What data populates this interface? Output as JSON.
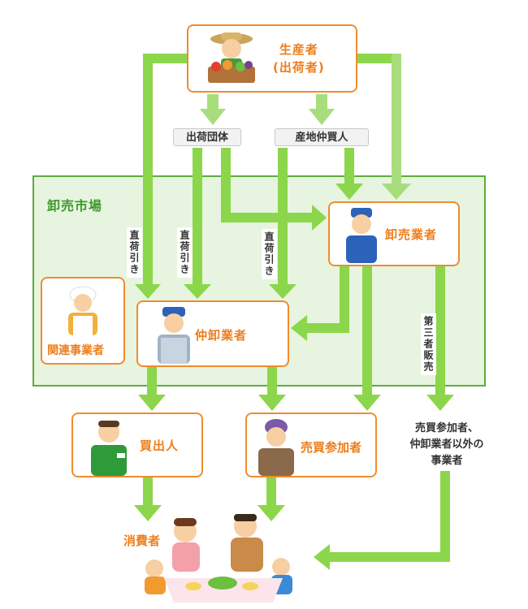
{
  "nodes": {
    "producer": "生産者\n(出荷者)",
    "shipping_group": "出荷団体",
    "local_broker": "産地仲買人",
    "market": "卸売市場",
    "wholesaler": "卸売業者",
    "related_business": "関連事業者",
    "middle_wholesaler": "仲卸業者",
    "buyer": "買出人",
    "trade_participant": "売買参加者",
    "other_business": "売買参加者、\n仲卸業者以外の\n事業者",
    "consumer": "消費者"
  },
  "labels": {
    "direct_pick_1": "直荷引き",
    "direct_pick_2": "直荷引き",
    "direct_pick_3": "直荷引き",
    "third_party_sale": "第三者販売"
  },
  "colors": {
    "arrow": "#8cd64b",
    "arrow_light": "#a8dd7c",
    "box_border": "#f08c2e",
    "label": "#ef7d1a",
    "market_fill": "#e6f4e0",
    "market_border": "#5dad3a"
  }
}
